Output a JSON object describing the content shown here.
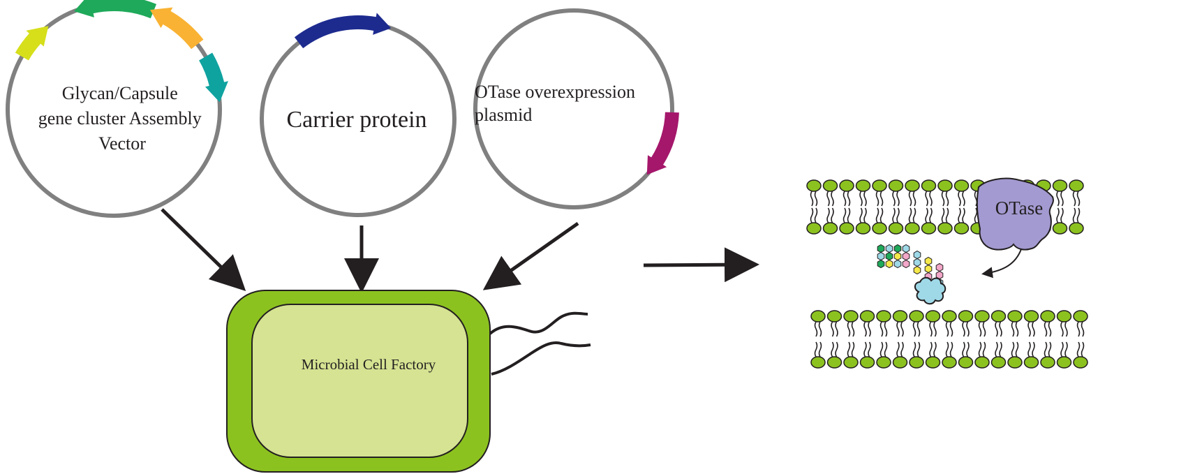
{
  "plasmids": [
    {
      "lines": [
        "Glycan/Capsule",
        "gene cluster Assembly",
        "Vector"
      ],
      "gene_colors": [
        "#d6df1a",
        "#1fa95a",
        "#f9b233",
        "#0fa3a0"
      ]
    },
    {
      "lines": [
        "Carrier protein"
      ],
      "gene_colors": [
        "#1d2b8f"
      ]
    },
    {
      "lines": [
        "OTase overexpression",
        "plasmid"
      ],
      "gene_colors": [
        "#a5176b"
      ]
    }
  ],
  "cell": {
    "label": "Microbial Cell Factory"
  },
  "enzyme": {
    "label": "OTase"
  },
  "colors": {
    "plasmid_ring": "#808080",
    "cell_outer": "#8cc21f",
    "cell_inner": "#d5e392",
    "lipid_head": "#8cc21f",
    "enzyme": "#a39ad1",
    "arrow": "#231f20",
    "glycan_chain": [
      "#1fa95a",
      "#9fd9e8",
      "#f5e94b",
      "#f2a7c8"
    ],
    "carrier_protein": "#9fd9e8"
  }
}
